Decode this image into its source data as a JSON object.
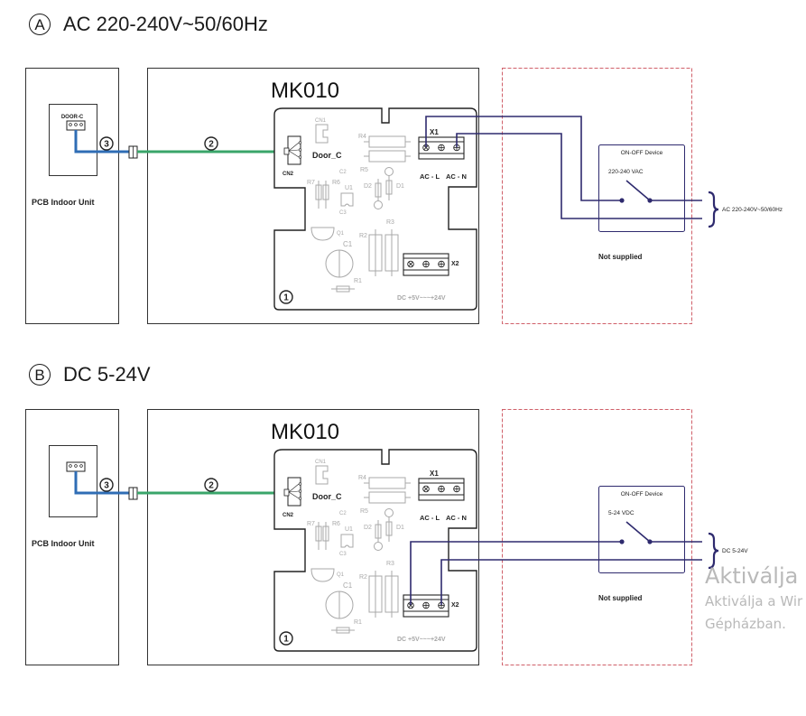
{
  "sections": [
    {
      "id": "A",
      "letter": "A",
      "title": "AC 220-240V~50/60Hz",
      "indoor_unit_label": "PCB Indoor Unit",
      "indoor_connector_label": "DOOR-C",
      "cable_3": "3",
      "cable_2": "2",
      "module_name": "MK010",
      "pcb_number": "1",
      "pcb": {
        "cn1": "CN1",
        "cn2": "CN2",
        "door_c": "Door_C",
        "r4": "R4",
        "r5": "R5",
        "r7": "R7",
        "r6": "R6",
        "c2": "C2",
        "u1": "U1",
        "c3": "C3",
        "d2": "D2",
        "d1": "D1",
        "q1": "Q1",
        "c1": "C1",
        "r2": "R2",
        "r3": "R3",
        "r1": "R1",
        "x1": "X1",
        "x2": "X2",
        "ac_l": "AC - L",
        "ac_n": "AC - N",
        "dc_range": "DC +5V~~~+24V"
      },
      "device_title": "ON-OFF Device",
      "device_voltage": "220-240 VAC",
      "supply_label": "AC 220-240V~50/60Hz",
      "not_supplied": "Not supplied",
      "wired_terminal": "X1"
    },
    {
      "id": "B",
      "letter": "B",
      "title": "DC 5-24V",
      "indoor_unit_label": "PCB Indoor Unit",
      "indoor_connector_label": "",
      "cable_3": "3",
      "cable_2": "2",
      "module_name": "MK010",
      "pcb_number": "1",
      "pcb": {
        "cn1": "CN1",
        "cn2": "CN2",
        "door_c": "Door_C",
        "r4": "R4",
        "r5": "R5",
        "r7": "R7",
        "r6": "R6",
        "c2": "C2",
        "u1": "U1",
        "c3": "C3",
        "d2": "D2",
        "d1": "D1",
        "q1": "Q1",
        "c1": "C1",
        "r2": "R2",
        "r3": "R3",
        "r1": "R1",
        "x1": "X1",
        "x2": "X2",
        "ac_l": "AC - L",
        "ac_n": "AC - N",
        "dc_range": "DC +5V~~~+24V"
      },
      "device_title": "ON-OFF Device",
      "device_voltage": "5-24 VDC",
      "supply_label": "DC 5-24V",
      "not_supplied": "Not supplied",
      "wired_terminal": "X2"
    }
  ],
  "colors": {
    "wire_blue_indoor": "#2f6db5",
    "wire_green": "#3aa56a",
    "wire_navy": "#2e2a6e",
    "pcb_component_gray": "#a8a8a8",
    "dashed_border_red": "#d0606a",
    "watermark_gray": "#b9b9b9"
  },
  "watermark": {
    "line1": "Aktiválja a",
    "line2": "Aktiválja a Wir",
    "line3": "Gépházban."
  }
}
